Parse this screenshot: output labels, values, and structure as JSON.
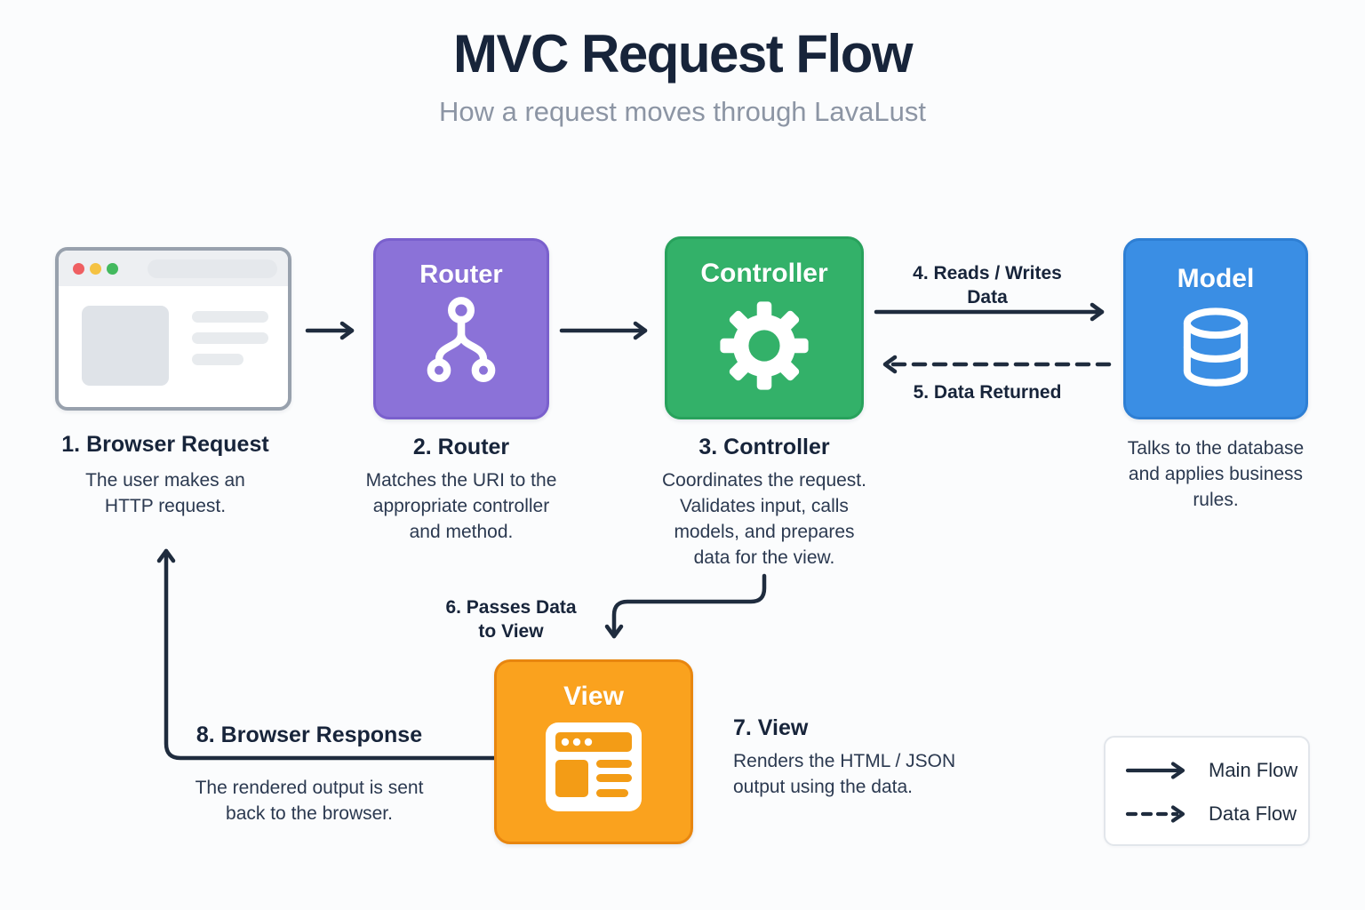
{
  "header": {
    "title": "MVC Request Flow",
    "subtitle": "How a request moves through LavaLust"
  },
  "nodes": {
    "browser": {
      "step_title": "1. Browser Request",
      "desc": "The user makes an HTTP request."
    },
    "router": {
      "box_label": "Router",
      "step_title": "2. Router",
      "desc": "Matches the URI to the appropriate controller and method."
    },
    "controller": {
      "box_label": "Controller",
      "step_title": "3. Controller",
      "desc": "Coordinates the request. Validates input, calls models, and prepares data for the view."
    },
    "model": {
      "box_label": "Model",
      "desc": "Talks to the database and applies business rules."
    },
    "view": {
      "box_label": "View",
      "step_title": "7. View",
      "desc": "Renders the HTML / JSON output using the data."
    }
  },
  "edges": {
    "reads_writes": "4. Reads / Writes Data",
    "data_returned": "5. Data Returned",
    "passes_data": "6. Passes Data to View",
    "browser_response_title": "8. Browser Response",
    "browser_response_desc": "The rendered output is sent back to the browser."
  },
  "legend": {
    "main_flow": "Main Flow",
    "data_flow": "Data Flow"
  },
  "colors": {
    "router": "#8b72d8",
    "controller": "#33b169",
    "model": "#3a8ee4",
    "view": "#faa21e",
    "arrow": "#1f2c3e",
    "title_text": "#17243a",
    "subtitle_text": "#8c95a4",
    "body_text": "#2b3950"
  }
}
